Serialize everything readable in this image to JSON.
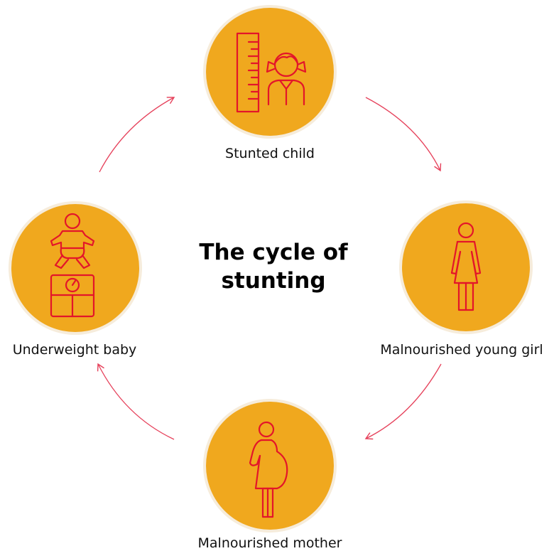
{
  "title": "The cycle of stunting",
  "colors": {
    "circle": "#f0a81e",
    "icon": "#e3152a",
    "arrow": "#e6415b"
  },
  "nodes": [
    {
      "label": "Stunted child",
      "icon": "ruler-and-girl-icon"
    },
    {
      "label": "Malnourished young girl",
      "icon": "young-girl-icon"
    },
    {
      "label": "Malnourished mother",
      "icon": "pregnant-woman-icon"
    },
    {
      "label": "Underweight baby",
      "icon": "baby-on-scale-icon"
    }
  ]
}
